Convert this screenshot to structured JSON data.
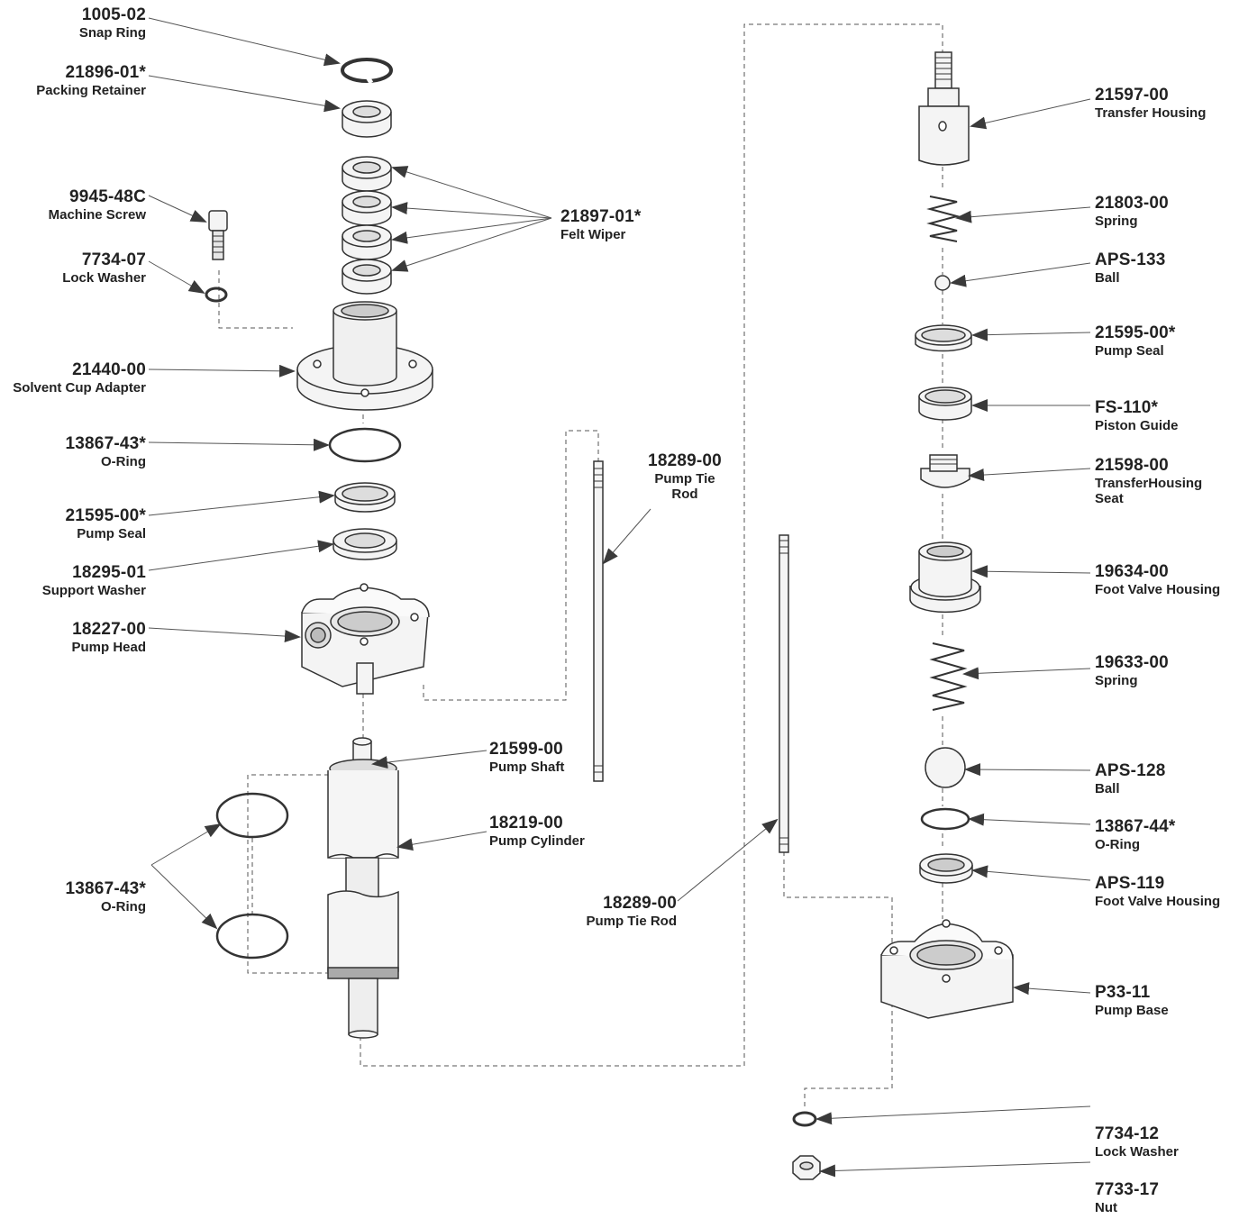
{
  "parts": {
    "snap_ring": {
      "number": "1005-02",
      "name": "Snap Ring"
    },
    "packing_retainer": {
      "number": "21896-01*",
      "name": "Packing Retainer"
    },
    "felt_wiper": {
      "number": "21897-01*",
      "name": "Felt Wiper"
    },
    "machine_screw": {
      "number": "9945-48C",
      "name": "Machine Screw"
    },
    "lock_washer_top": {
      "number": "7734-07",
      "name": "Lock Washer"
    },
    "solvent_cup_adapter": {
      "number": "21440-00",
      "name": "Solvent Cup Adapter"
    },
    "o_ring_left_a": {
      "number": "13867-43*",
      "name": "O-Ring"
    },
    "pump_seal_left": {
      "number": "21595-00*",
      "name": "Pump Seal"
    },
    "support_washer": {
      "number": "18295-01",
      "name": "Support Washer"
    },
    "pump_head": {
      "number": "18227-00",
      "name": "Pump Head"
    },
    "pump_tie_rod_a": {
      "number": "18289-00",
      "name_line1": "Pump Tie",
      "name_line2": "Rod"
    },
    "pump_shaft": {
      "number": "21599-00",
      "name": "Pump Shaft"
    },
    "pump_cylinder": {
      "number": "18219-00",
      "name": "Pump Cylinder"
    },
    "o_ring_left_b": {
      "number": "13867-43*",
      "name": "O-Ring"
    },
    "pump_tie_rod_b": {
      "number": "18289-00",
      "name": "Pump Tie Rod"
    },
    "transfer_housing": {
      "number": "21597-00",
      "name": "Transfer Housing"
    },
    "spring_small": {
      "number": "21803-00",
      "name": "Spring"
    },
    "ball_small": {
      "number": "APS-133",
      "name": "Ball"
    },
    "pump_seal_right": {
      "number": "21595-00*",
      "name": "Pump Seal"
    },
    "piston_guide": {
      "number": "FS-110*",
      "name": "Piston Guide"
    },
    "transfer_housing_seat": {
      "number": "21598-00",
      "name_line1": "TransferHousing",
      "name_line2": "Seat"
    },
    "foot_valve_housing": {
      "number": "19634-00",
      "name": "Foot Valve Housing"
    },
    "spring_large": {
      "number": "19633-00",
      "name": "Spring"
    },
    "ball_large": {
      "number": "APS-128",
      "name": "Ball"
    },
    "o_ring_right": {
      "number": "13867-44*",
      "name": "O-Ring"
    },
    "foot_valve_housing_b": {
      "number": "APS-119",
      "name": "Foot Valve Housing"
    },
    "pump_base": {
      "number": "P33-11",
      "name": "Pump Base"
    },
    "lock_washer_bottom": {
      "number": "7734-12",
      "name": "Lock Washer"
    },
    "nut": {
      "number": "7733-17",
      "name": "Nut"
    }
  },
  "colors": {
    "line": "#333333",
    "fill_light": "#f2f2f2",
    "fill_mid": "#dcdcdc",
    "arrow": "#3a3a3a"
  }
}
